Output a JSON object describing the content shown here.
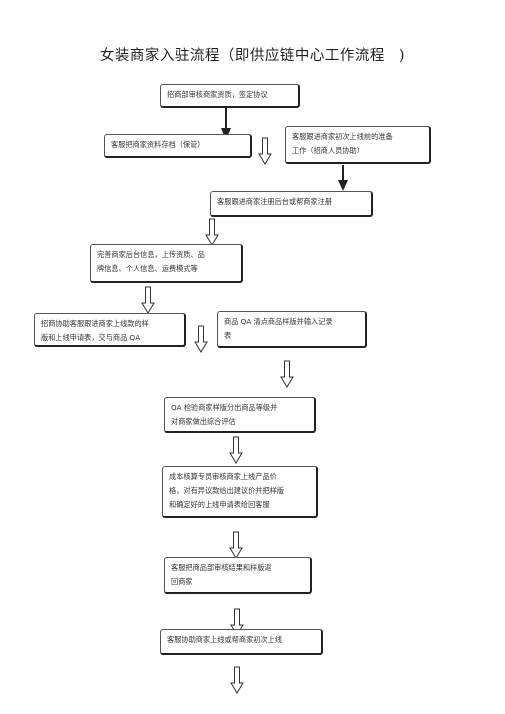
{
  "title": {
    "main": "女装商家入驻流程（即供应链中心工作流程",
    "close": ")"
  },
  "steps": [
    {
      "id": "s1",
      "lines": [
        "招商部审核商家资质，签定协议"
      ]
    },
    {
      "id": "s2",
      "lines": [
        "客服把商家资料存档（保管）"
      ]
    },
    {
      "id": "s3",
      "lines": [
        "客服跟进商家初次上线前的准备",
        "工作（招商人员协助）"
      ]
    },
    {
      "id": "s4",
      "lines": [
        "客服跟进商家注册后台或帮商家注册"
      ]
    },
    {
      "id": "s5",
      "lines": [
        "完善商家后台信息，上传资质、品",
        "牌信息、个人信息、运费模式等"
      ]
    },
    {
      "id": "s6",
      "lines": [
        "招商协助客服跟进商家上线款的样",
        "版和上线申请表，交与商品 QA"
      ]
    },
    {
      "id": "s7",
      "lines": [
        "商品  QA 清点商品样版并输入记录",
        "表"
      ]
    },
    {
      "id": "s8",
      "lines": [
        "QA 检验商家样版分出商品等级并",
        "对商家做出综合评估"
      ]
    },
    {
      "id": "s9",
      "lines": [
        "成本核算专员审核商家上线产品价",
        "格，对有异议款给出建议价并把样版",
        "和确定好的上线申请表给回客服"
      ]
    },
    {
      "id": "s10",
      "lines": [
        "客服把商品部审核结果和样版返",
        "回商家"
      ]
    },
    {
      "id": "s11",
      "lines": [
        "客服协助商家上线或帮商家初次上线"
      ]
    }
  ]
}
